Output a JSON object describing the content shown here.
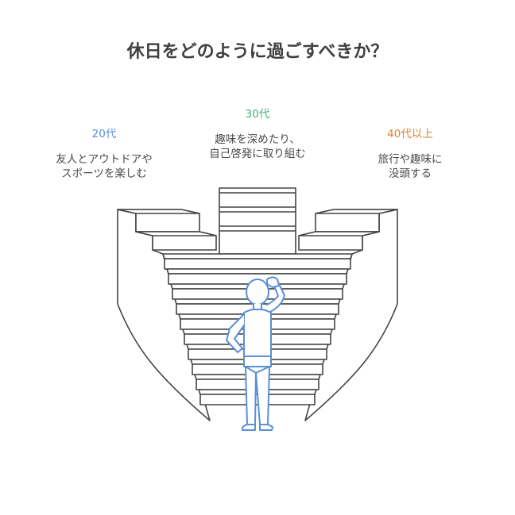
{
  "title": "休日をどのように過ごすべきか？",
  "options": [
    {
      "age": "20代",
      "lines": [
        "友人とアウトドアや",
        "スポーツを楽しむ"
      ],
      "color": "#5b8fd6"
    },
    {
      "age": "30代",
      "lines": [
        "趣味を深めたり、",
        "自己啓発に取り組む"
      ],
      "color": "#3db37c"
    },
    {
      "age": "40代以上",
      "lines": [
        "旅行や趣味に",
        "没頭する"
      ],
      "color": "#e0822a"
    }
  ],
  "figure_color": "#5b8fd6",
  "stroke_color": "#444444"
}
